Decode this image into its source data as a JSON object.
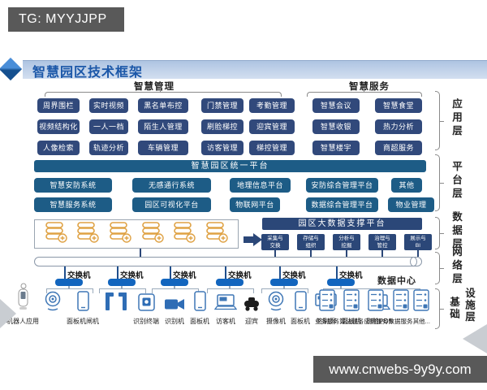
{
  "watermark_top": "TG: MYYJJPP",
  "watermark_bottom": "www.cnwebs-9y9y.com",
  "title": "智慧园区技术框架",
  "group_headers": {
    "management": "智慧管理",
    "service": "智慧服务"
  },
  "app_columns": [
    {
      "group": "management",
      "items": [
        "周界围栏",
        "视频结构化",
        "人像检索"
      ]
    },
    {
      "group": "management",
      "items": [
        "实时视频",
        "一人一档",
        "轨迹分析"
      ]
    },
    {
      "group": "management",
      "items": [
        "黑名单布控",
        "陌生人管理",
        "车辆管理"
      ]
    },
    {
      "group": "management",
      "items": [
        "门禁管理",
        "刷脸梯控",
        "访客管理"
      ]
    },
    {
      "group": "management",
      "items": [
        "考勤管理",
        "迎宾管理",
        "梯控管理"
      ]
    },
    {
      "group": "service",
      "items": [
        "智慧会议",
        "智慧收银",
        "智慧楼宇"
      ]
    },
    {
      "group": "service",
      "items": [
        "智慧食堂",
        "热力分析",
        "商超服务"
      ]
    }
  ],
  "platform": {
    "unified_bar": "智慧园区统一平台",
    "row1": [
      "智慧安防系统",
      "无感通行系统",
      "地理信息平台",
      "安防综合管理平台",
      "其他"
    ],
    "row2": [
      "智慧服务系统",
      "园区可视化平台",
      "物联网平台",
      "数据综合管理平台",
      "物业管理"
    ]
  },
  "data_layer": {
    "database_count": 6,
    "database_icon": "database-icon",
    "bigdata_title": "园区大数据支撑平台",
    "bigdata_modules": [
      "采集与交换",
      "存储与组织",
      "分析与挖掘",
      "治理与管控",
      "展示与BI"
    ]
  },
  "network": {
    "switch_label": "交换机",
    "switch_count": 6,
    "datacenter_label": "数据中心"
  },
  "devices": [
    {
      "icon": "robot-icon",
      "label": "机器人应用"
    },
    {
      "icon": "webcam-icon",
      "label": ""
    },
    {
      "icon": "tablet-icon",
      "label": "面板机闸机"
    },
    {
      "icon": "gate-icon",
      "label": ""
    },
    {
      "icon": "terminal-icon",
      "label": "识别终端"
    },
    {
      "icon": "videocam-icon",
      "label": "识别机"
    },
    {
      "icon": "tablet-icon",
      "label": "面板机"
    },
    {
      "icon": "laptop-icon",
      "label": "访客机"
    },
    {
      "icon": "blackbot-icon",
      "label": "迎宾"
    },
    {
      "icon": "webcam-icon",
      "label": "摄像机"
    },
    {
      "icon": "tablet-icon",
      "label": "面板机"
    },
    {
      "icon": "monitor-icon",
      "label": "签到屏"
    },
    {
      "icon": "tablet-icon",
      "label": "面板机"
    },
    {
      "icon": "laptop-icon",
      "label": "刷脸POS"
    }
  ],
  "servers": [
    "业务服务",
    "算法服务",
    "应用服务",
    "数据服务",
    "其他..."
  ],
  "layers": [
    "应用层",
    "平台层",
    "数据层",
    "网络层"
  ],
  "infra_layer": "基础设施层",
  "colors": {
    "banner_gray": "#595959",
    "title_blue": "#1b57a8",
    "app_navy": "#31497b",
    "platform_teal": "#1d5c86",
    "bigdata_navy": "#2b4778",
    "switch_blue": "#1265be",
    "database_orange": "#dfa245"
  }
}
